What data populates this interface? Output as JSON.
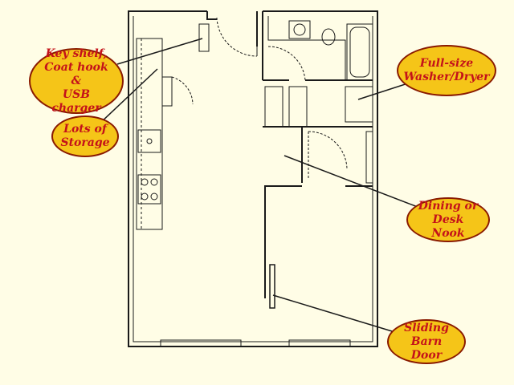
{
  "callouts": {
    "key_shelf": {
      "lines": [
        "Key shelf,",
        "Coat hook &",
        "USB charger"
      ]
    },
    "storage": {
      "lines": [
        "Lots of",
        "Storage"
      ]
    },
    "laundry": {
      "lines": [
        "Full-size",
        "Washer/Dryer"
      ]
    },
    "nook": {
      "lines": [
        "Dining or",
        "Desk Nook"
      ]
    },
    "barn_door": {
      "lines": [
        "Sliding",
        "Barn Door"
      ]
    }
  },
  "colors": {
    "background": "#fffde6",
    "callout_fill": "#f5c518",
    "callout_text": "#c4121a",
    "callout_border": "#8a1a00",
    "wall": "#1a1a1a"
  }
}
